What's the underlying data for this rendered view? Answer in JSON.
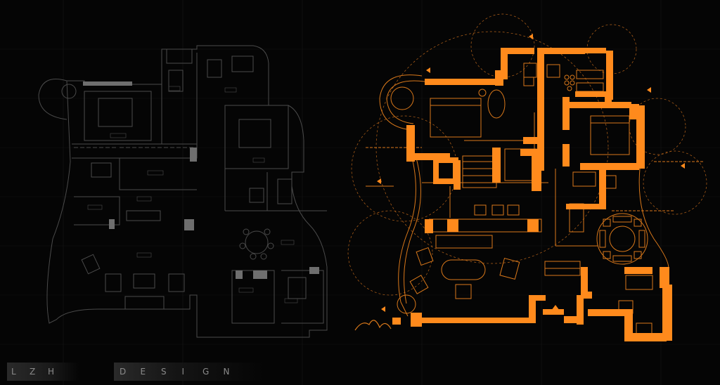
{
  "brand": {
    "left_letters": [
      "L",
      "Z",
      "H"
    ],
    "right_letters": [
      "D",
      "E",
      "S",
      "I",
      "G",
      "N"
    ]
  },
  "colors": {
    "background": "#050505",
    "plan_line": "#4a4a4a",
    "plan_fill": "#6e6e6e",
    "accent": "#ff8a1c",
    "accent_thin": "#d9781a",
    "grid": "#1a1a1a"
  },
  "icons": {
    "entry_marker": "triangle-up-icon"
  }
}
